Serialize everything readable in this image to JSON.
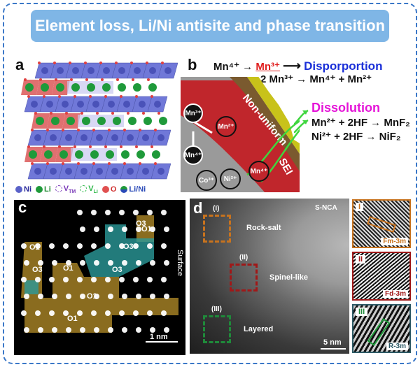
{
  "title": "Element loss, Li/Ni antisite and phase transition",
  "panel_a": {
    "label": "a",
    "legend": [
      "Ni",
      "Li",
      "V",
      "TM",
      "V",
      "Li",
      "O",
      "Li/Ni"
    ]
  },
  "panel_b": {
    "label": "b",
    "eq1_left": "Mn⁴⁺ →",
    "eq1_mid": "Mn³⁺",
    "eq1_arrow": "⟶",
    "disporportion": "Disporportion",
    "eq2": "2 Mn³⁺ → Mn⁴⁺ + Mn²⁺",
    "dissolution": "Dissolution",
    "eq3": "Mn²⁺ + 2HF → MnF₂",
    "eq4": "Ni²⁺  + 2HF → NiF₂",
    "layer_label": "Non-uniform",
    "sei_label": "SEI",
    "ions": [
      "Mn³⁺",
      "Mn⁴⁺",
      "Mn²⁺",
      "Co³⁺",
      "Ni²⁺",
      "Mn⁴⁺"
    ]
  },
  "panel_c": {
    "label": "c",
    "regions": [
      "O3",
      "O1",
      "O3",
      "O1",
      "O3",
      "O1",
      "O3",
      "O1",
      "O1"
    ],
    "surface": "Surface",
    "scale": "1 nm"
  },
  "panel_d": {
    "label": "d",
    "sample": "S-NCA",
    "boxes": [
      "(I)",
      "(II)",
      "(III)"
    ],
    "phases": [
      "Rock-salt",
      "Spinel-like",
      "Layered"
    ],
    "scale": "5 nm",
    "insets": [
      {
        "tag": "I",
        "group": "Fm-3m"
      },
      {
        "tag": "II",
        "group": "Fd-3m"
      },
      {
        "tag": "III",
        "group": "R-3m"
      }
    ]
  }
}
